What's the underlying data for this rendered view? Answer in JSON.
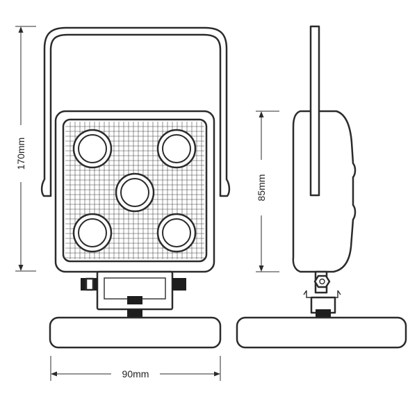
{
  "dimensions": {
    "height_overall": "170mm",
    "width_overall": "90mm",
    "height_body": "85mm"
  },
  "colors": {
    "line": "#2b2b2b",
    "background": "#ffffff"
  }
}
